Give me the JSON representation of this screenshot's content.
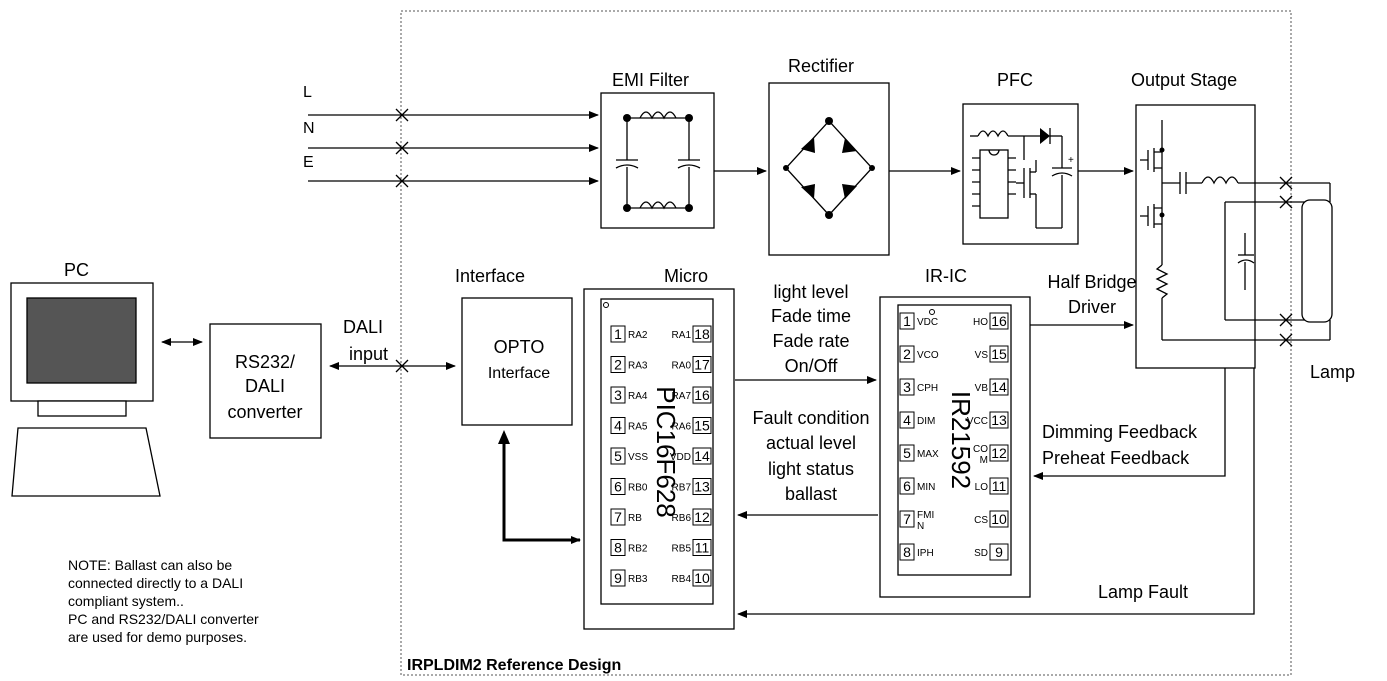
{
  "title": "IRPLDIM2 Reference Design",
  "mains": {
    "l": "L",
    "n": "N",
    "e": "E"
  },
  "blocks": {
    "emi": "EMI Filter",
    "rectifier": "Rectifier",
    "pfc": "PFC",
    "output": "Output Stage",
    "pc": "PC",
    "converter": [
      "RS232/",
      "DALI",
      "converter"
    ],
    "interface": "Interface",
    "opto": [
      "OPTO",
      "Interface"
    ],
    "micro": "Micro",
    "iric": "IR-IC",
    "lamp": "Lamp"
  },
  "dali_input": [
    "DALI",
    "input"
  ],
  "micro_chip": {
    "name": "PIC16F628",
    "left_pins": [
      {
        "num": "1",
        "label": "RA2"
      },
      {
        "num": "2",
        "label": "RA3"
      },
      {
        "num": "3",
        "label": "RA4"
      },
      {
        "num": "4",
        "label": "RA5"
      },
      {
        "num": "5",
        "label": "VSS"
      },
      {
        "num": "6",
        "label": "RB0"
      },
      {
        "num": "7",
        "label": "RB"
      },
      {
        "num": "8",
        "label": "RB2"
      },
      {
        "num": "9",
        "label": "RB3"
      }
    ],
    "right_pins": [
      {
        "num": "18",
        "label": "RA1"
      },
      {
        "num": "17",
        "label": "RA0"
      },
      {
        "num": "16",
        "label": "RA7"
      },
      {
        "num": "15",
        "label": "RA6"
      },
      {
        "num": "14",
        "label": "VDD"
      },
      {
        "num": "13",
        "label": "RB7"
      },
      {
        "num": "12",
        "label": "RB6"
      },
      {
        "num": "11",
        "label": "RB5"
      },
      {
        "num": "10",
        "label": "RB4"
      }
    ]
  },
  "ir_chip": {
    "name": "IR21592",
    "left_pins": [
      {
        "num": "1",
        "label": "VDC"
      },
      {
        "num": "2",
        "label": "VCO"
      },
      {
        "num": "3",
        "label": "CPH"
      },
      {
        "num": "4",
        "label": "DIM"
      },
      {
        "num": "5",
        "label": "MAX"
      },
      {
        "num": "6",
        "label": "MIN"
      },
      {
        "num": "7",
        "label": "FMI\nN"
      },
      {
        "num": "8",
        "label": "IPH"
      }
    ],
    "right_pins": [
      {
        "num": "16",
        "label": "HO"
      },
      {
        "num": "15",
        "label": "VS"
      },
      {
        "num": "14",
        "label": "VB"
      },
      {
        "num": "13",
        "label": "VCC"
      },
      {
        "num": "12",
        "label": "CO\nM"
      },
      {
        "num": "11",
        "label": "LO"
      },
      {
        "num": "10",
        "label": "CS"
      },
      {
        "num": "9",
        "label": "SD"
      }
    ]
  },
  "signals_to_ic": [
    "light level",
    "Fade time",
    "Fade rate",
    "On/Off"
  ],
  "signals_from_ic": [
    "Fault condition",
    "actual level",
    "light status",
    "ballast"
  ],
  "half_bridge": [
    "Half Bridge",
    "Driver"
  ],
  "feedback": [
    "Dimming Feedback",
    "Preheat Feedback"
  ],
  "lamp_fault": "Lamp Fault",
  "note": [
    "NOTE: Ballast can also be",
    "connected directly to a DALI",
    "compliant system..",
    "PC and RS232/DALI converter",
    "are used for demo purposes."
  ]
}
